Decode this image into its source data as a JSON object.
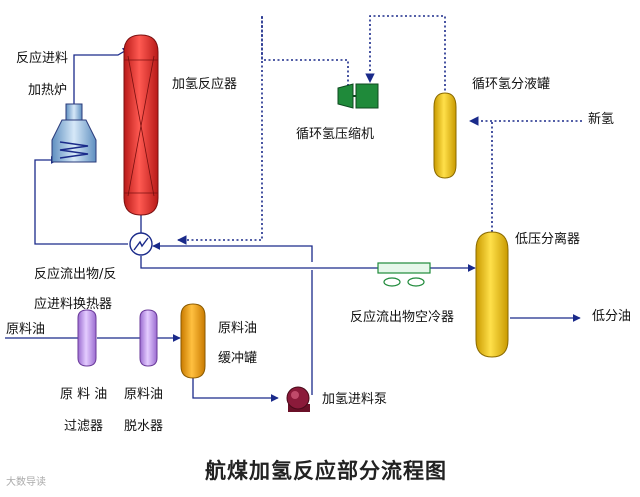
{
  "diagram": {
    "title": "航煤加氢反应部分流程图",
    "watermark": "大数导读",
    "labels": {
      "feed_in": "反应进料",
      "furnace": "加热炉",
      "reactor": "加氢反应器",
      "compressor": "循环氢压缩机",
      "h2_tank": "循环氢分液罐",
      "new_h2": "新氢",
      "exchanger_line1": "反应流出物/反",
      "exchanger_line2": "应进料换热器",
      "raw_oil": "原料油",
      "filter_line1": "原 料 油",
      "filter_line2": "过滤器",
      "dehydrator_line1": "原料油",
      "dehydrator_line2": "脱水器",
      "buffer_line1": "原料油",
      "buffer_line2": "缓冲罐",
      "pump": "加氢进料泵",
      "air_cooler": "反应流出物空冷器",
      "lp_separator": "低压分离器",
      "low_oil": "低分油"
    },
    "colors": {
      "reactor": "#e8322f",
      "vessel": "#f2c500",
      "filter": "#c59ae6",
      "buffer": "#f5a000",
      "pump": "#8b1a3a",
      "compressor": "#1f8a3a",
      "line": "#1a2a8a",
      "furnace": "#8fb8e0"
    }
  }
}
